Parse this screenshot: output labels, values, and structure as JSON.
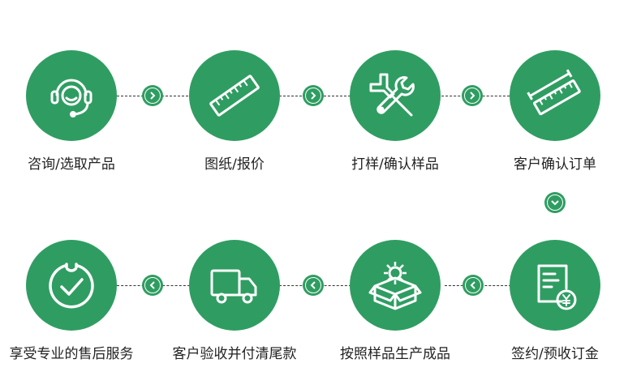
{
  "steps": {
    "s1": {
      "label": "咨询/选取产品",
      "icon": "headset-icon"
    },
    "s2": {
      "label": "图纸/报价",
      "icon": "ruler-icon"
    },
    "s3": {
      "label": "打样/确认样品",
      "icon": "tools-icon"
    },
    "s4": {
      "label": "客户确认订单",
      "icon": "measure-icon"
    },
    "s5": {
      "label": "签约/预收订金",
      "icon": "payment-document-icon"
    },
    "s6": {
      "label": "按照样品生产成品",
      "icon": "gear-box-icon"
    },
    "s7": {
      "label": "客户验收并付清尾款",
      "icon": "delivery-truck-icon"
    },
    "s8": {
      "label": "享受专业的售后服务",
      "icon": "smile-check-icon"
    }
  },
  "colors": {
    "accent": "#2f9d62",
    "text": "#222222"
  }
}
